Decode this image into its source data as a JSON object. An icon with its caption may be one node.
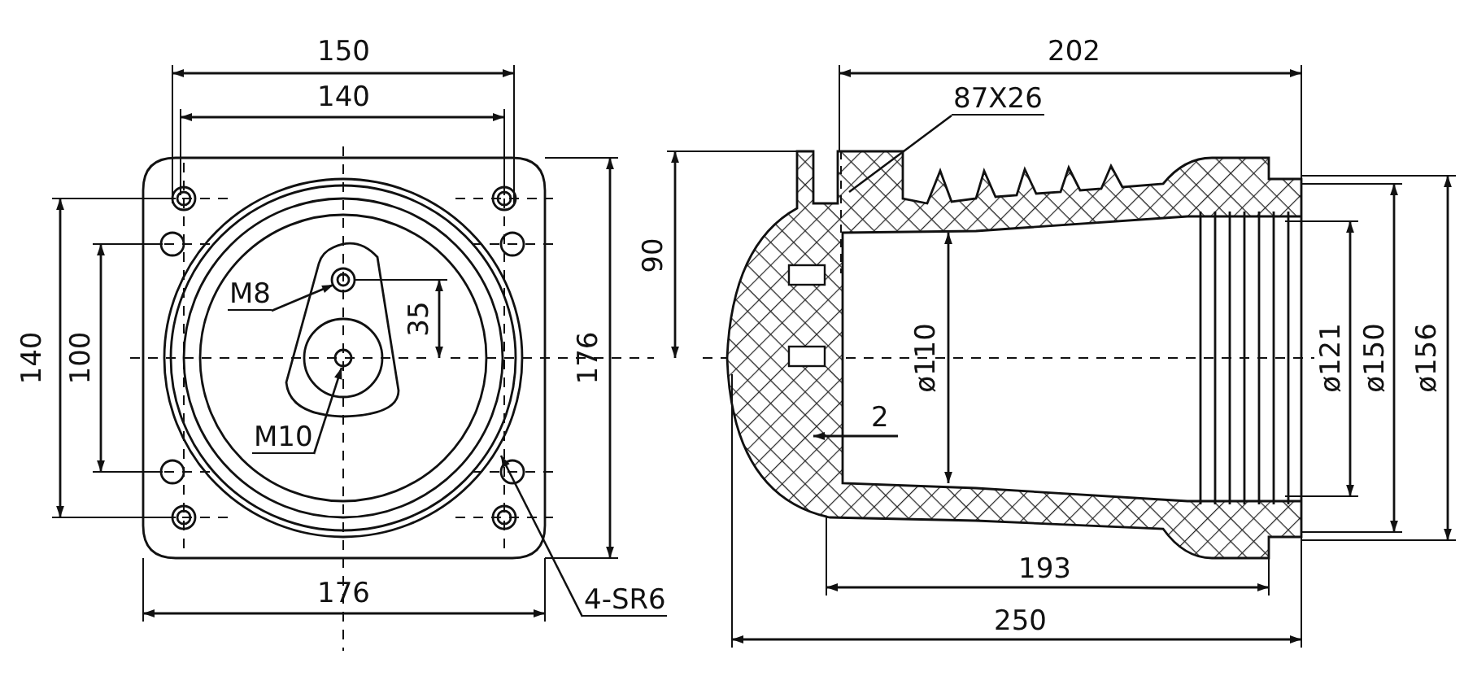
{
  "diagram": {
    "nodes": [
      {
        "text": [
          "M8"
        ]
      },
      {
        "text": [
          "M10"
        ]
      },
      {
        "text": [
          "4-SR6"
        ]
      },
      {
        "text": [
          "87X26"
        ]
      }
    ],
    "edges": [
      {
        "from": 0,
        "to": null,
        "arrow": "to"
      },
      {
        "from": 1,
        "to": null,
        "arrow": "to"
      },
      {
        "from": 2,
        "to": null,
        "arrow": "to"
      },
      {
        "from": 3,
        "to": null,
        "arrow": "none"
      }
    ],
    "labels": [
      "150",
      "202",
      "140",
      "90",
      "35",
      "140",
      "100",
      "176",
      "ø110",
      "ø121",
      "ø150",
      "ø156",
      "2",
      "193",
      "176",
      "250"
    ]
  }
}
